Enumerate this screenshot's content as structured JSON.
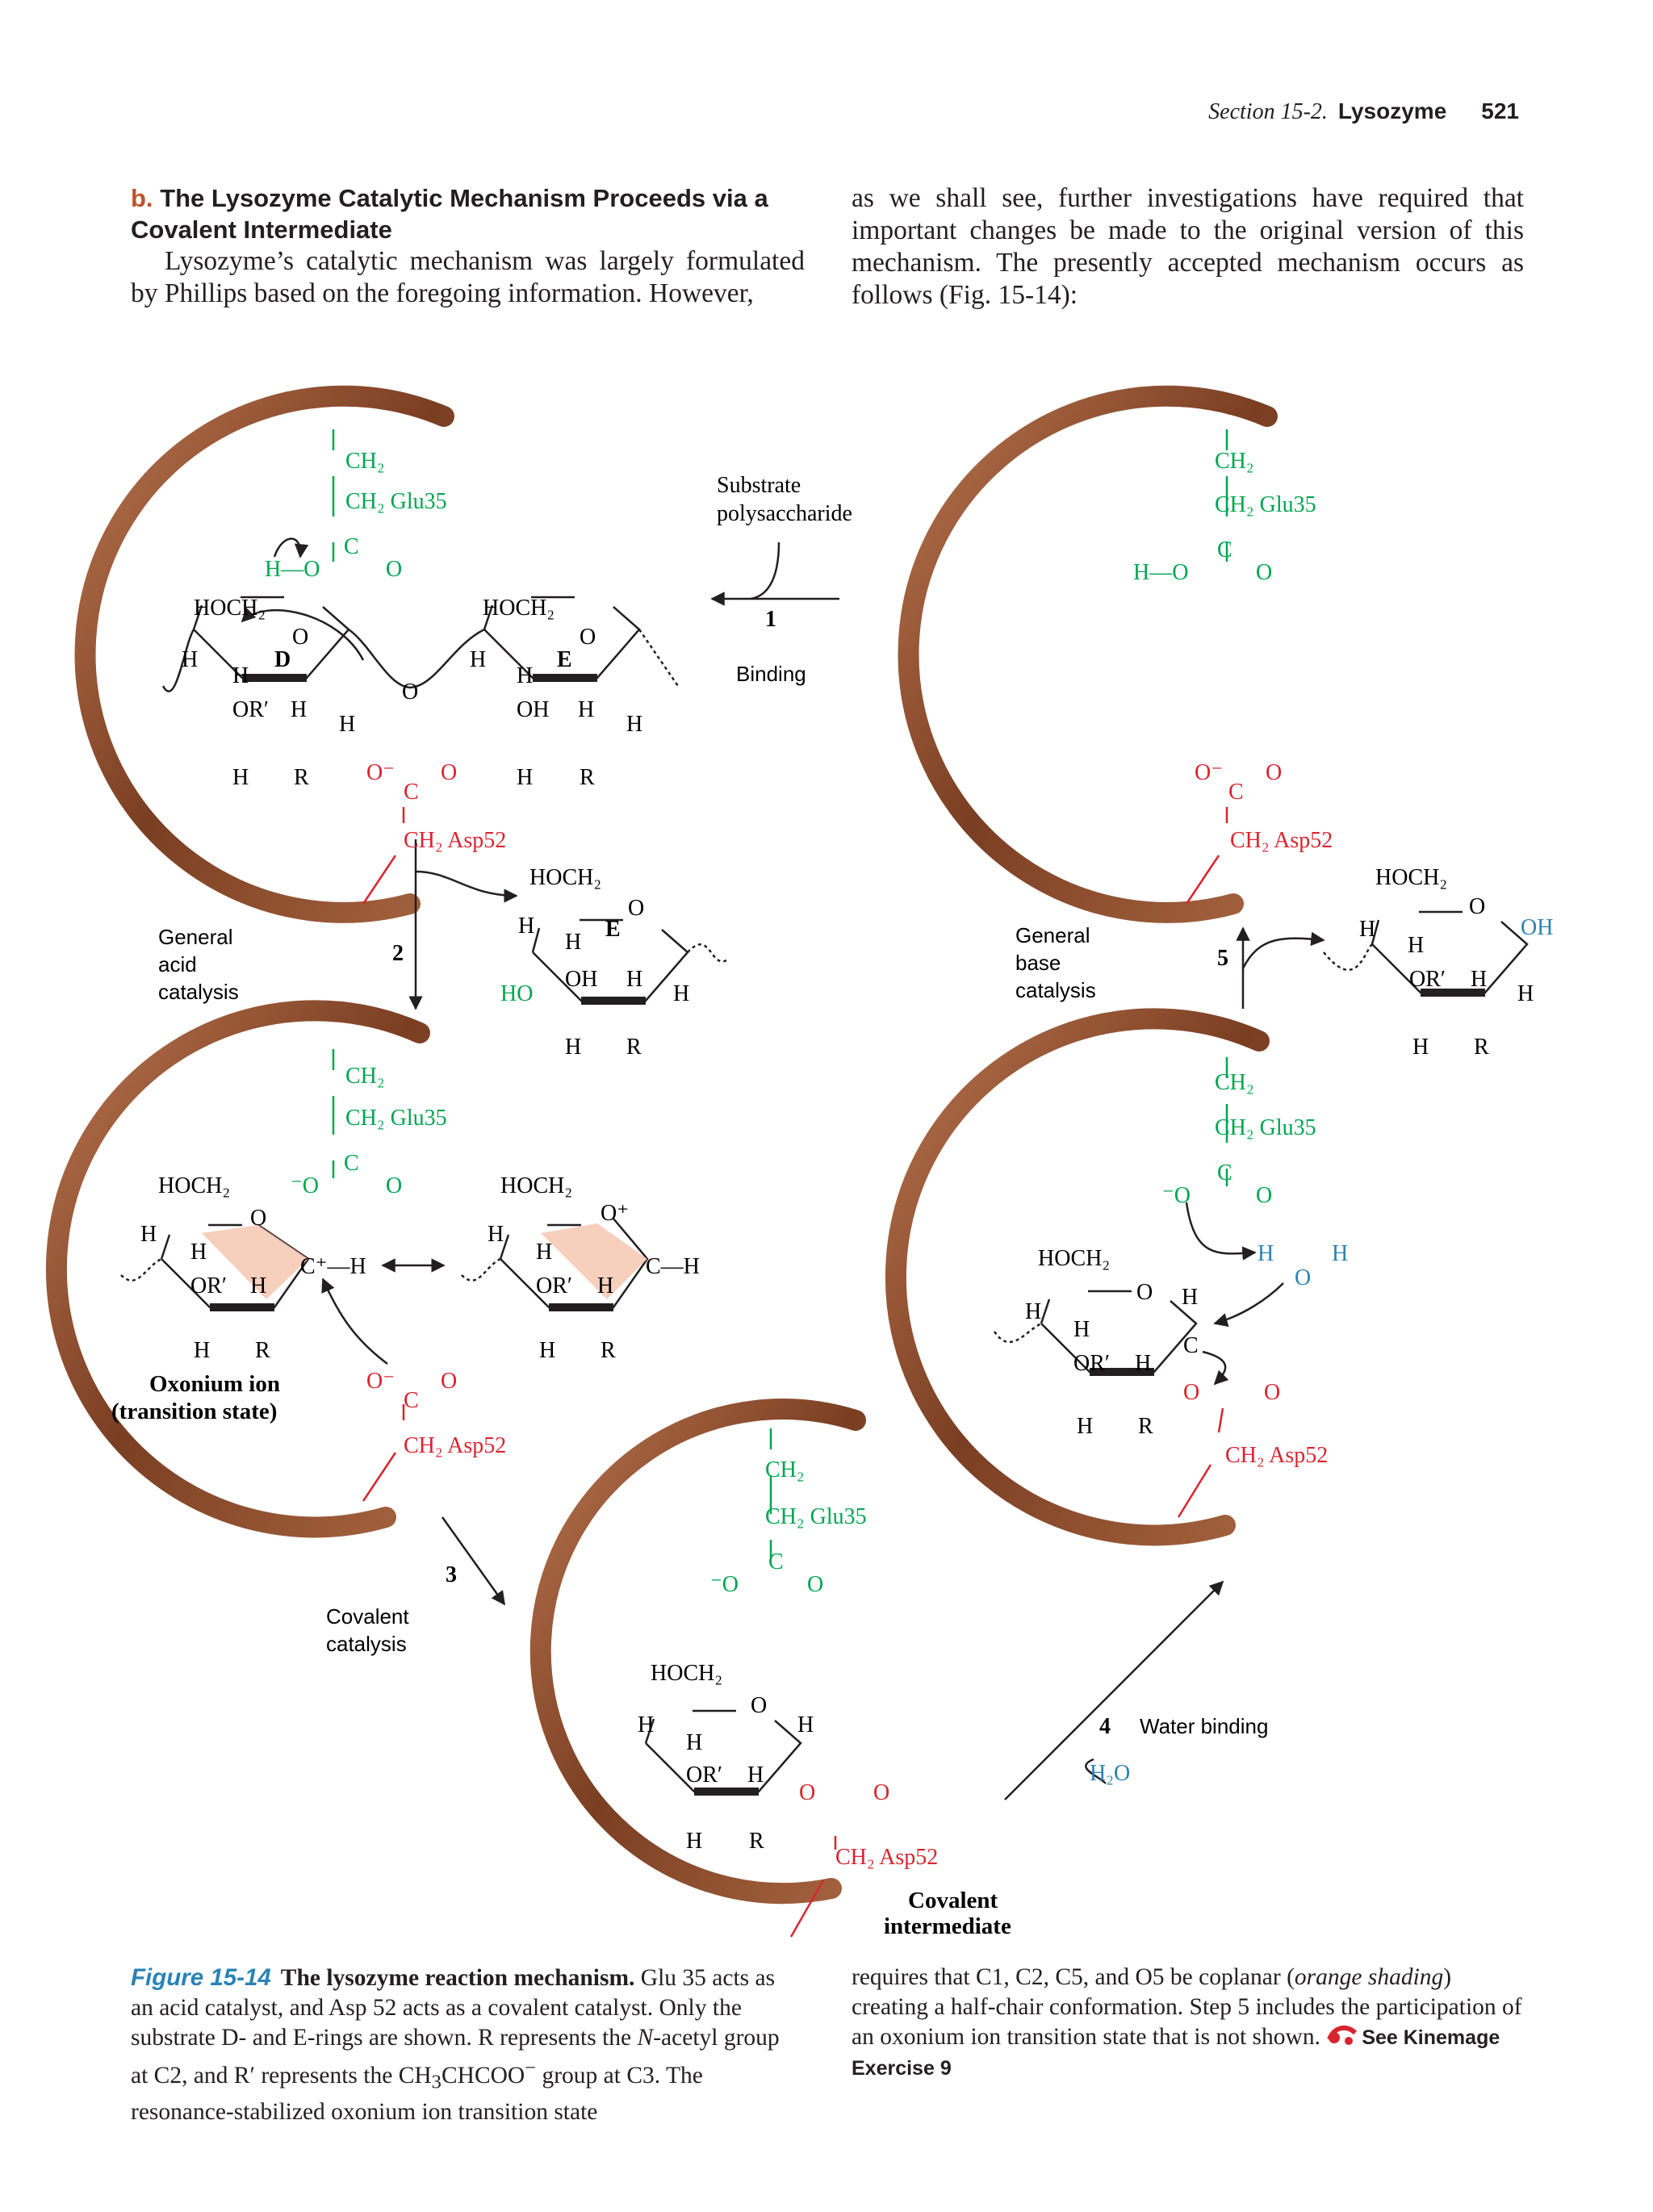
{
  "header": {
    "section": "Section 15-2.",
    "title": "Lysozyme",
    "page_number": "521"
  },
  "section_heading": {
    "letter": "b.",
    "text": "The Lysozyme Catalytic Mechanism Proceeds via a Covalent Intermediate"
  },
  "body": {
    "paragraph_left": "Lysozyme’s catalytic mechanism was largely formulated by Phillips based on the foregoing information. However,",
    "paragraph_right": "as we shall see, further investigations have required that important changes be made to the original version of this mechanism. The presently accepted mechanism occurs as follows (Fig. 15-14):"
  },
  "figure": {
    "groups": {
      "ch2": "CH₂",
      "ch2_glu35": "CH₂ Glu35",
      "ch2_asp52": "CH₂ Asp52",
      "hoch2": "HOCH₂",
      "c": "C",
      "o": "O",
      "o_minus": "O⁻",
      "minus_o": "⁻O",
      "o_plus": "O⁺",
      "h": "H",
      "h_o": "H—O",
      "or_prime": "OR′",
      "r": "R",
      "oh": "OH",
      "ho": "HO",
      "c_plus_h": "C⁺—H",
      "c_h": "C—H",
      "h2o": "H₂O",
      "ring_d": "D",
      "ring_e": "E"
    },
    "colors": {
      "glu35": "#00a651",
      "asp52": "#d9252f",
      "water": "#2b83b4",
      "enzyme": "#8a4a2b",
      "half_chair_shading": "#f6c7b2"
    },
    "steps": {
      "s1": {
        "number": "1",
        "label": "Binding"
      },
      "s2": {
        "number": "2",
        "label_l1": "General",
        "label_l2": "acid",
        "label_l3": "catalysis"
      },
      "s3": {
        "number": "3",
        "label_l1": "Covalent",
        "label_l2": "catalysis"
      },
      "s4": {
        "number": "4",
        "label": "Water binding"
      },
      "s5": {
        "number": "5",
        "label_l1": "General",
        "label_l2": "base",
        "label_l3": "catalysis"
      }
    },
    "substrate_l1": "Substrate",
    "substrate_l2": "polysaccharide",
    "oxonium_l1": "Oxonium ion",
    "oxonium_l2": "(transition state)",
    "covalent_l1": "Covalent",
    "covalent_l2": "intermediate"
  },
  "caption": {
    "figure_label": "Figure 15-14",
    "title": "The lysozyme reaction mechanism.",
    "left_1": " Glu 35 acts as an acid catalyst, and Asp 52 acts as a covalent catalyst. Only the substrate D- and E-rings are shown. R represents the ",
    "n_italic": "N",
    "left_2": "-acetyl group at C2, and R′ represents the CH",
    "sub3": "3",
    "left_3": "CHCOO",
    "sup_minus": "−",
    "left_4": " group at C3. The resonance-stabilized oxonium ion transition state",
    "right_1": "requires that C1, C2, C5, and O5 be coplanar (",
    "orange_italic": "orange shading",
    "right_2": ") creating a half-chair conformation. Step 5 includes the participation of an oxonium ion transition state that is not shown.",
    "kinemage": "See Kinemage Exercise 9"
  }
}
